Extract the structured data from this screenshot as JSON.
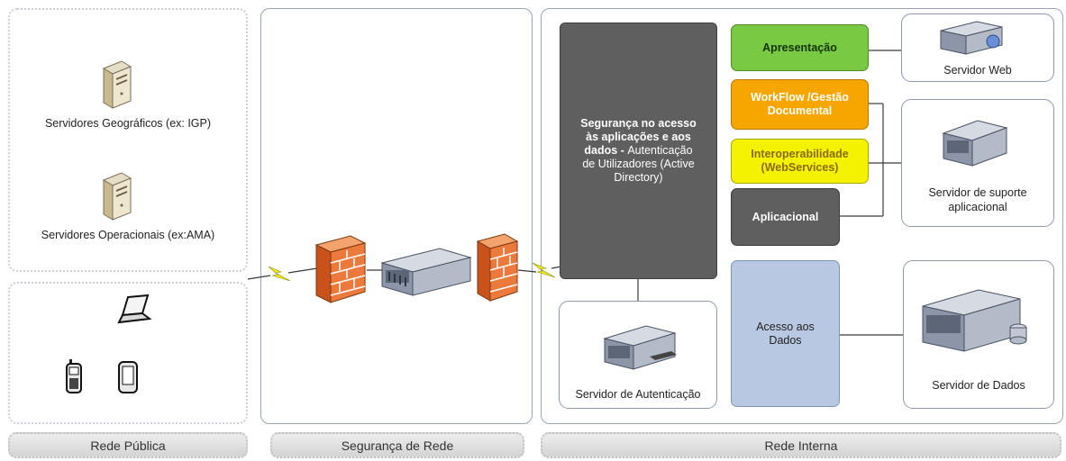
{
  "zones": {
    "public_label": "Rede Pública",
    "security_label": "Segurança de Rede",
    "internal_label": "Rede Interna"
  },
  "public": {
    "geo_servers": "Servidores Geográficos (ex: IGP)",
    "op_servers": "Servidores Operacionais (ex:AMA)"
  },
  "security": {
    "line1": "Segurança no acesso",
    "line2": "às aplicações e aos",
    "line3_bold": "dados - ",
    "line3_rest": "Autenticação",
    "line4": "de Utilizadores (Active",
    "line5": "Directory)"
  },
  "layers": {
    "presentation": "Apresentação",
    "workflow_1": "WorkFlow /Gestão",
    "workflow_2": "Documental",
    "interop_1": "Interoperabilidade",
    "interop_2": "(WebServices)",
    "application": "Aplicacional",
    "data_1": "Acesso aos",
    "data_2": "Dados"
  },
  "servers": {
    "auth": "Servidor de Autenticação",
    "web": "Servidor Web",
    "support_1": "Servidor de suporte",
    "support_2": "aplicacional",
    "data": "Servidor de Dados"
  },
  "colors": {
    "presentation": "#7ac943",
    "workflow": "#f7a600",
    "interop": "#f4f200",
    "application": "#5f5f5f",
    "security": "#5f5f5f",
    "data": "#b8c8e2",
    "firewall": "#e8783a"
  }
}
